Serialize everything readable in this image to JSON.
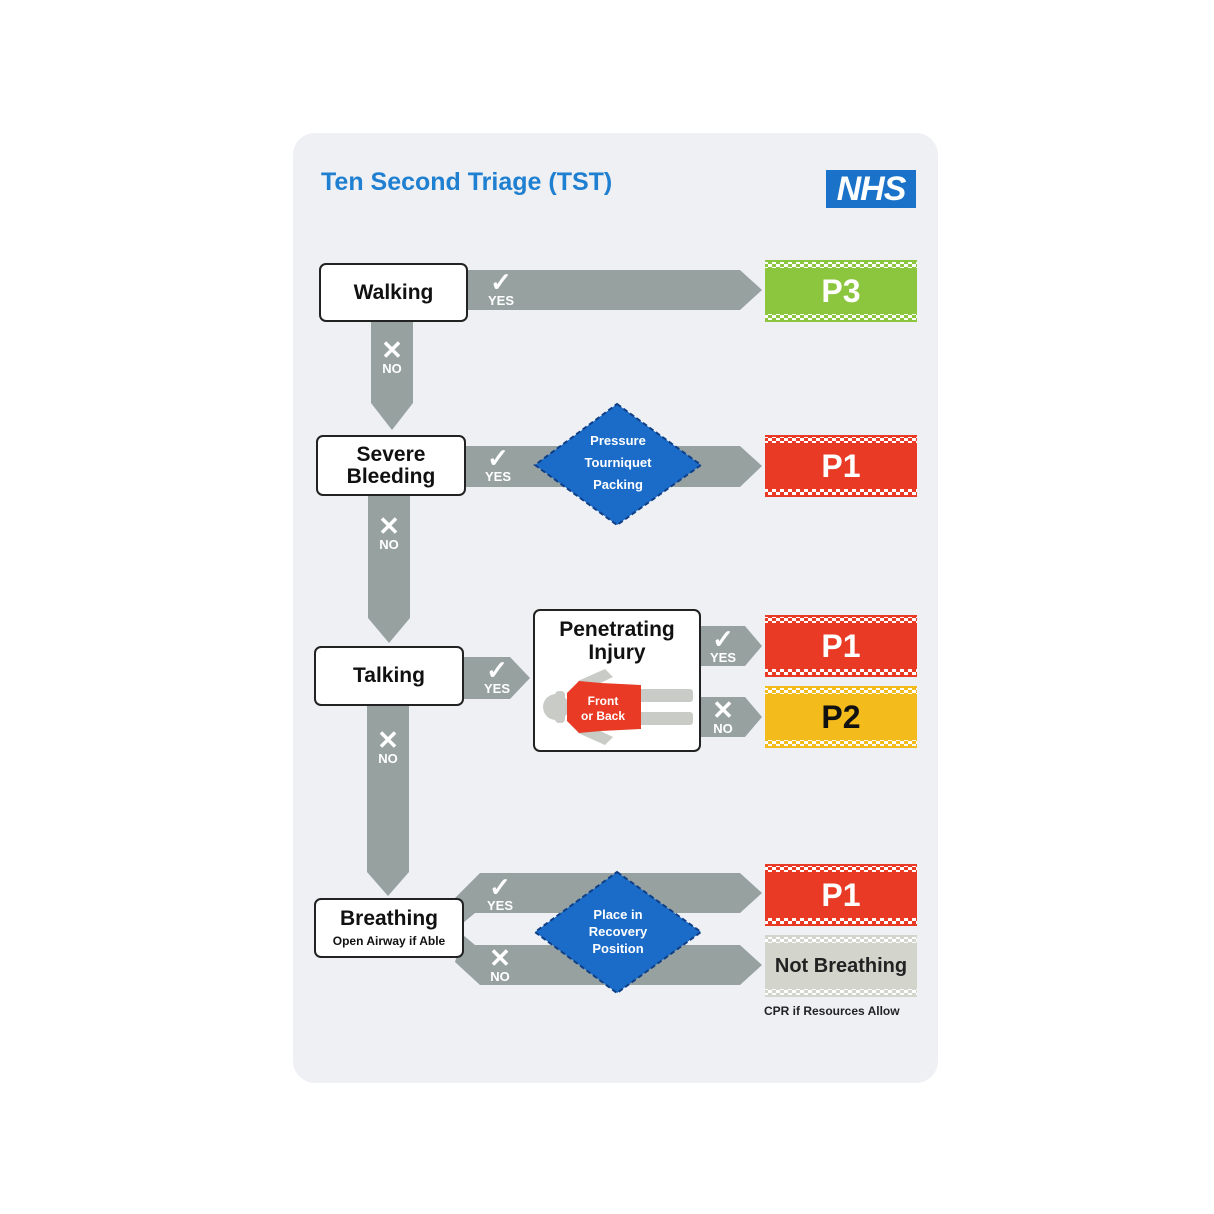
{
  "title": "Ten Second Triage (TST)",
  "logo": "NHS",
  "colors": {
    "title_blue": "#1f7fd0",
    "arrow_grey": "#97a2a0",
    "diamond_blue": "#1a6cc8",
    "p3_green": "#8cc63f",
    "p1_red": "#e83a24",
    "p2_yellow": "#f4bb1d",
    "not_breathing_grey": "#d3d4cc"
  },
  "questions": {
    "walking": "Walking",
    "severe_bleeding": [
      "Severe",
      "Bleeding"
    ],
    "talking": "Talking",
    "breathing": "Breathing",
    "breathing_sub": "Open Airway if Able",
    "penetrating_injury": [
      "Penetrating",
      "Injury"
    ],
    "front_or_back": [
      "Front",
      "or Back"
    ]
  },
  "labels": {
    "yes": "YES",
    "no": "NO"
  },
  "actions": {
    "bleeding": [
      "Pressure",
      "Tourniquet",
      "Packing"
    ],
    "breathing": [
      "Place in",
      "Recovery",
      "Position"
    ]
  },
  "outcomes": {
    "walking_yes": "P3",
    "bleeding_yes": "P1",
    "penetrating_yes": "P1",
    "penetrating_no": "P2",
    "breathing_yes": "P1",
    "breathing_no": "Not Breathing"
  },
  "cpr_note": "CPR if Resources Allow"
}
